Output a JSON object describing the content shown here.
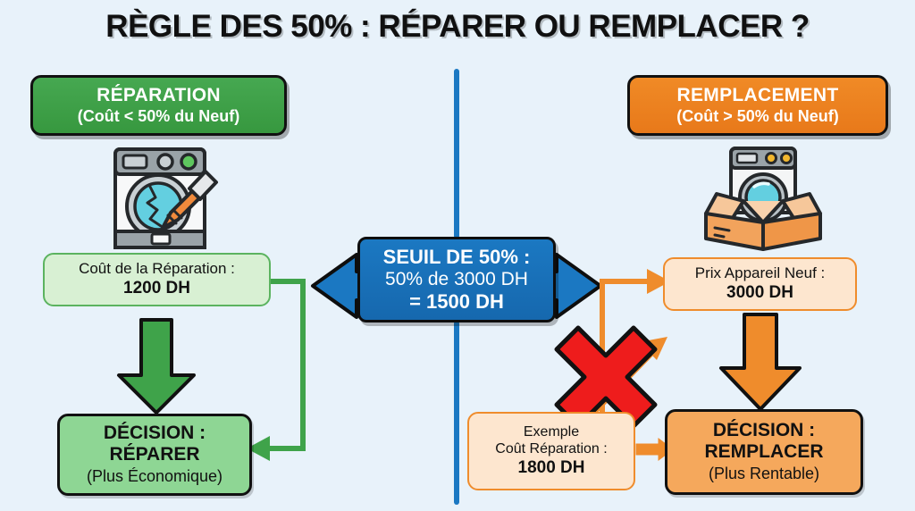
{
  "page": {
    "title": "RÈGLE DES 50% : RÉPARER OU REMPLACER ?",
    "background_color": "#e8f2fa"
  },
  "colors": {
    "green": "#3a9a43",
    "green_light": "#8ed694",
    "green_pale": "#d8f0d3",
    "orange": "#ef8c2c",
    "orange_light": "#f5a85c",
    "orange_pale": "#fde6cf",
    "blue": "#1668ae",
    "red": "#ee1c1c",
    "outline": "#111111"
  },
  "left_branch": {
    "header": {
      "line1": "RÉPARATION",
      "line2": "(Coût < 50% du Neuf)",
      "color": "#3a9a43"
    },
    "icon": "washing-machine-repair-icon",
    "cost_box": {
      "label": "Coût de la Réparation :",
      "value": "1200 DH"
    },
    "decision": {
      "line1": "DÉCISION :",
      "line2": "RÉPARER",
      "line3": "(Plus Économique)"
    }
  },
  "center": {
    "threshold": {
      "line1": "SEUIL DE 50% :",
      "line2": "50% de 3000 DH",
      "line3": "= 1500 DH"
    },
    "divider": "vertical-blue-divider",
    "arrow_left": "blue-arrow-left",
    "arrow_right": "blue-arrow-right"
  },
  "right_branch": {
    "header": {
      "line1": "REMPLACEMENT",
      "line2": "(Coût > 50% du Neuf)",
      "color": "#ef8c2c"
    },
    "icon": "washing-machine-box-icon",
    "price_box": {
      "label": "Prix Appareil Neuf :",
      "value": "3000 DH"
    },
    "example_box": {
      "line1": "Exemple",
      "line2": "Coût Réparation :",
      "value": "1800 DH"
    },
    "reject_marker": "red-cross-icon",
    "decision": {
      "line1": "DÉCISION :",
      "line2": "REMPLACER",
      "line3": "(Plus Rentable)"
    }
  }
}
